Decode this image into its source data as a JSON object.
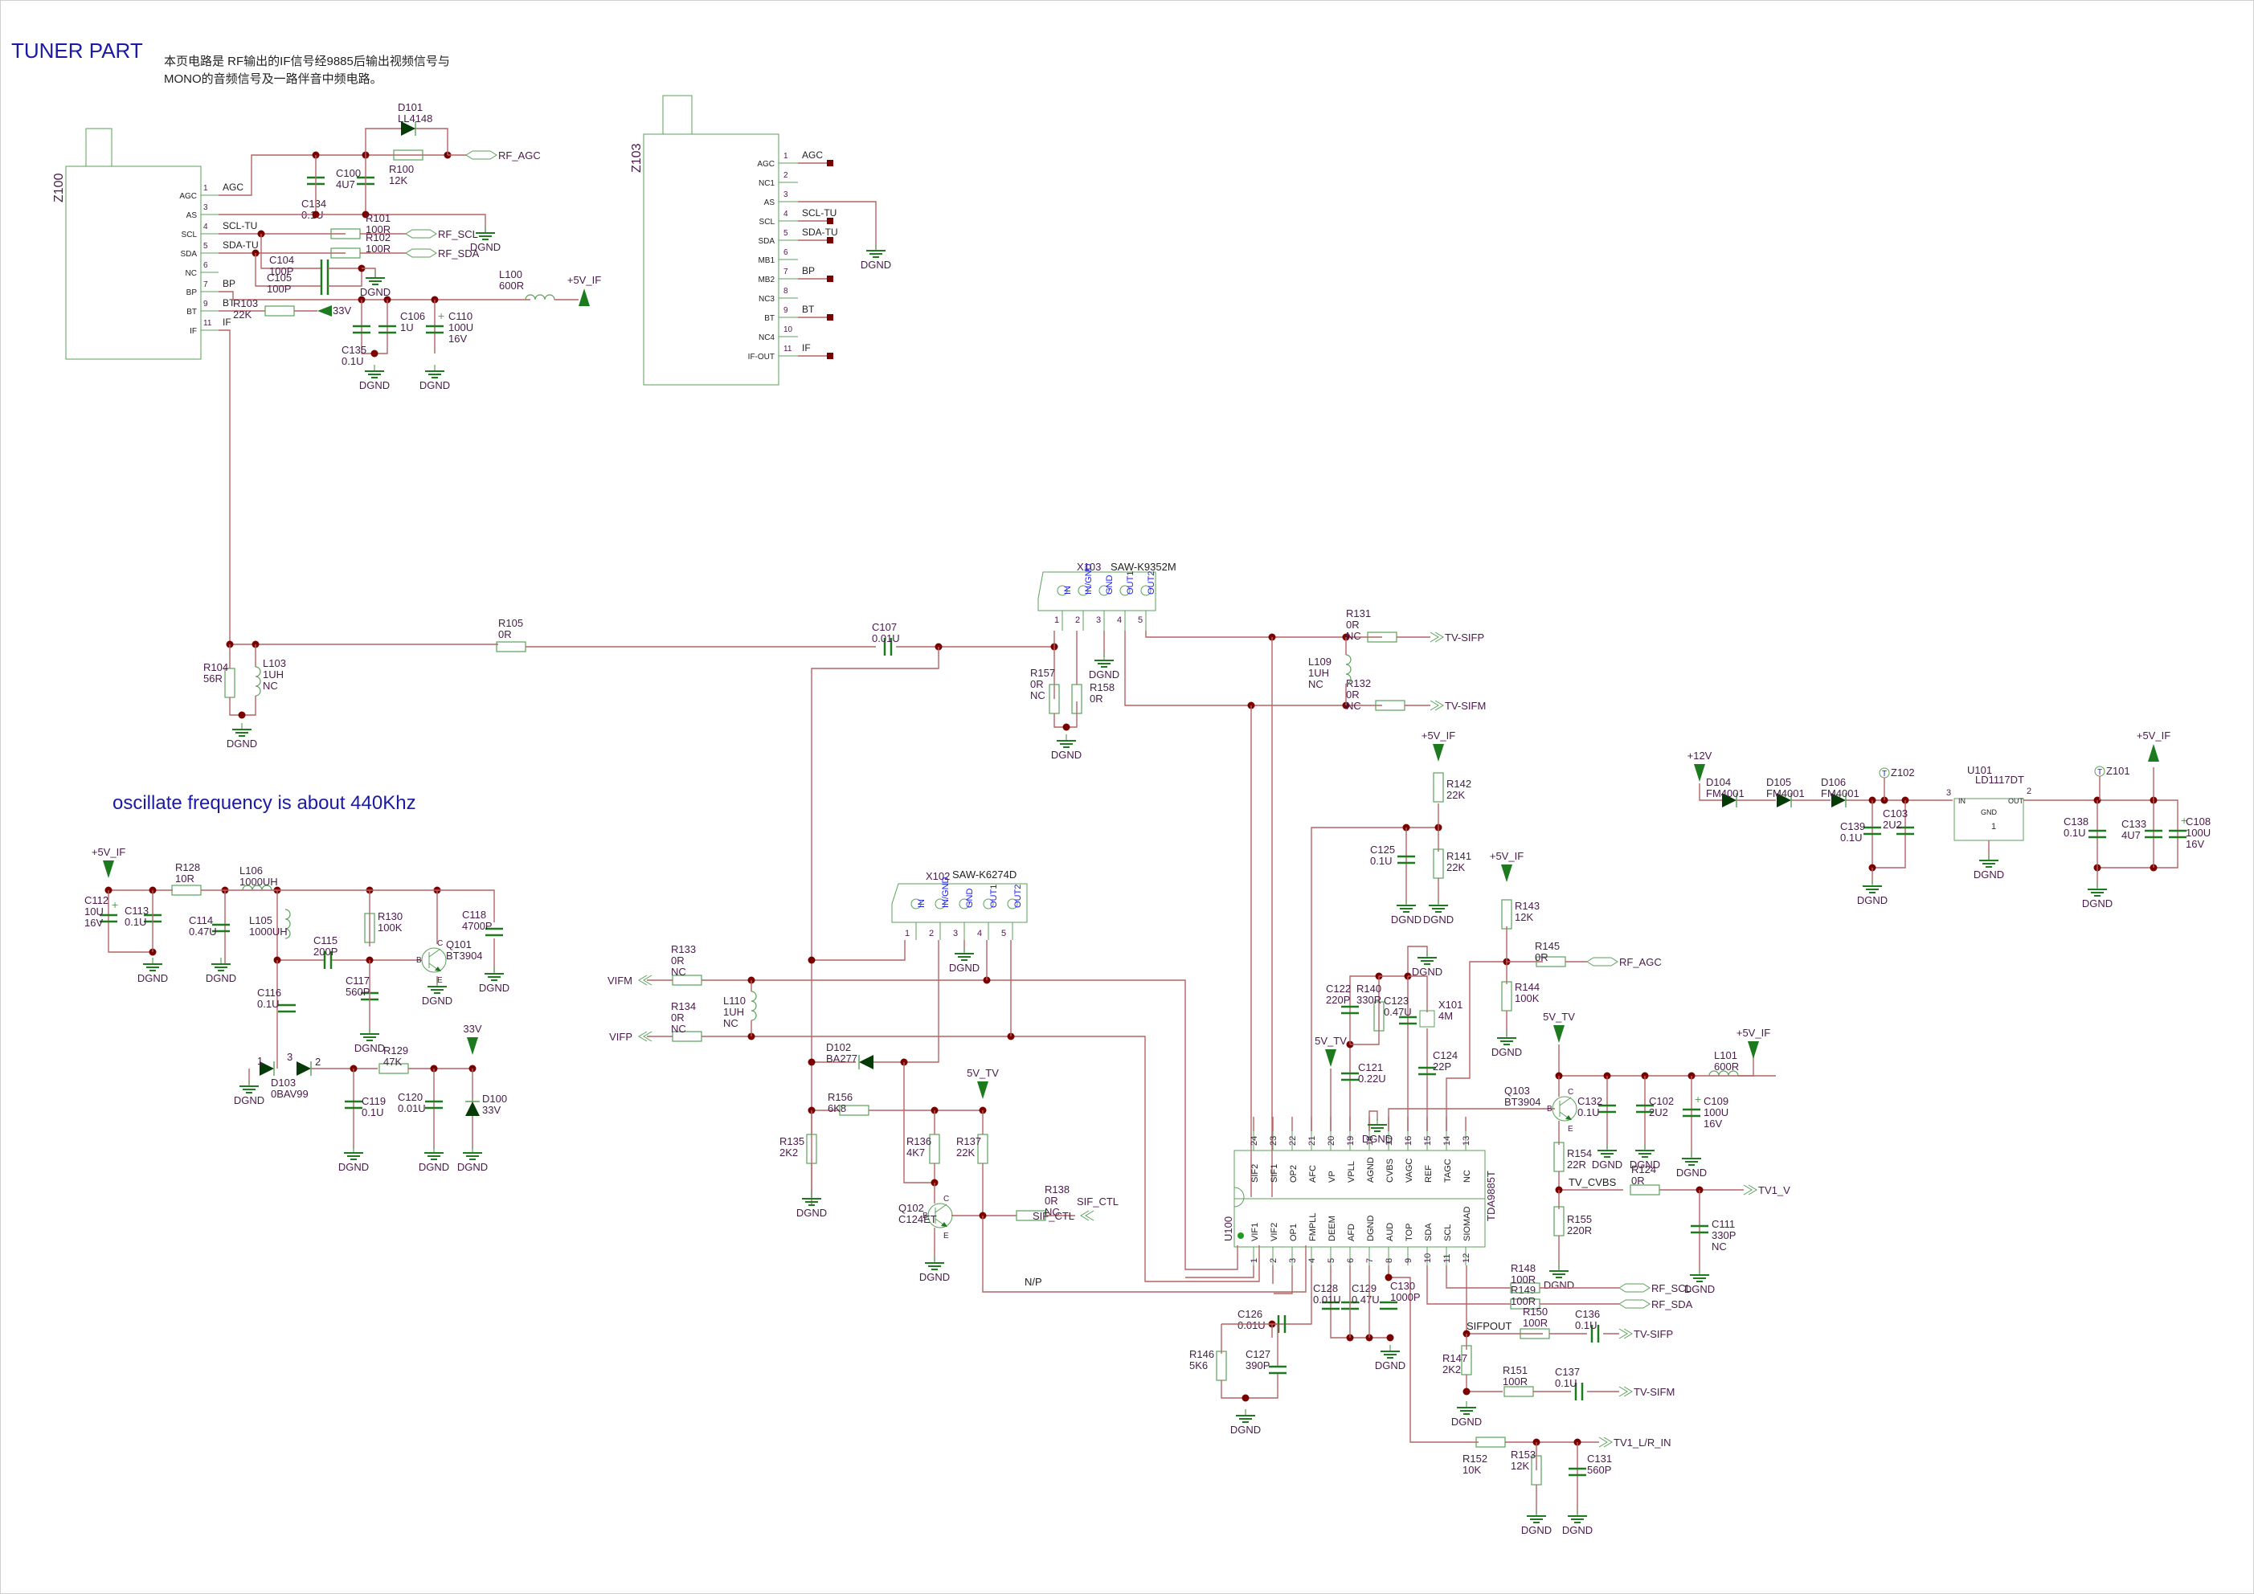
{
  "sheet": {
    "title": "TUNER PART",
    "description_line1": "本页电路是 RF输出的IF信号经9885后输出视频信号与",
    "description_line2": "MONO的音频信号及一路伴音中频电路。",
    "oscillator_note": "oscillate frequency is about 440Khz"
  },
  "colors": {
    "wire": "#b46464",
    "component": "#5aa05a",
    "component_fill": "#1e7a1e",
    "junction": "#7a0000",
    "label": "#4a1a4a",
    "pin_label_blue": "#1a1af0",
    "title_blue": "#1a1aa6"
  },
  "tuners": [
    {
      "ref": "Z100",
      "pins": [
        {
          "num": "1",
          "name": "AGC",
          "net": "AGC"
        },
        {
          "num": "3",
          "name": "AS",
          "net": ""
        },
        {
          "num": "4",
          "name": "SCL",
          "net": "SCL-TU"
        },
        {
          "num": "5",
          "name": "SDA",
          "net": "SDA-TU"
        },
        {
          "num": "6",
          "name": "NC",
          "net": ""
        },
        {
          "num": "7",
          "name": "BP",
          "net": "BP"
        },
        {
          "num": "9",
          "name": "BT",
          "net": "BT"
        },
        {
          "num": "11",
          "name": "IF",
          "net": "IF"
        }
      ]
    },
    {
      "ref": "Z103",
      "pins": [
        {
          "num": "1",
          "name": "AGC",
          "net": "AGC"
        },
        {
          "num": "2",
          "name": "NC1",
          "net": ""
        },
        {
          "num": "3",
          "name": "AS",
          "net": ""
        },
        {
          "num": "4",
          "name": "SCL",
          "net": "SCL-TU"
        },
        {
          "num": "5",
          "name": "SDA",
          "net": "SDA-TU"
        },
        {
          "num": "6",
          "name": "MB1",
          "net": ""
        },
        {
          "num": "7",
          "name": "MB2",
          "net": "BP"
        },
        {
          "num": "8",
          "name": "NC3",
          "net": ""
        },
        {
          "num": "9",
          "name": "BT",
          "net": "BT"
        },
        {
          "num": "10",
          "name": "NC4",
          "net": ""
        },
        {
          "num": "11",
          "name": "IF-OUT",
          "net": "IF"
        }
      ]
    }
  ],
  "saw_filters": [
    {
      "ref": "X103",
      "part": "SAW-K9352M",
      "pins": [
        "IN",
        "IN/GND",
        "GND",
        "OUT1",
        "OUT2"
      ],
      "nums": [
        "1",
        "2",
        "3",
        "4",
        "5"
      ]
    },
    {
      "ref": "X102",
      "part": "SAW-K6274D",
      "pins": [
        "IN",
        "IN/GND",
        "GND",
        "OUT1",
        "OUT2"
      ],
      "nums": [
        "1",
        "2",
        "3",
        "4",
        "5"
      ]
    }
  ],
  "ic_u100": {
    "ref": "U100",
    "part": "TDA9885T",
    "top_pins": [
      {
        "num": "24",
        "name": "SIF2"
      },
      {
        "num": "23",
        "name": "SIF1"
      },
      {
        "num": "22",
        "name": "OP2"
      },
      {
        "num": "21",
        "name": "AFC"
      },
      {
        "num": "20",
        "name": "VP"
      },
      {
        "num": "19",
        "name": "VPLL"
      },
      {
        "num": "18",
        "name": "AGND"
      },
      {
        "num": "17",
        "name": "CVBS"
      },
      {
        "num": "16",
        "name": "VAGC"
      },
      {
        "num": "15",
        "name": "REF"
      },
      {
        "num": "14",
        "name": "TAGC"
      },
      {
        "num": "13",
        "name": "NC"
      }
    ],
    "bottom_pins": [
      {
        "num": "1",
        "name": "VIF1"
      },
      {
        "num": "2",
        "name": "VIF2"
      },
      {
        "num": "3",
        "name": "OP1"
      },
      {
        "num": "4",
        "name": "FMPLL"
      },
      {
        "num": "5",
        "name": "DEEM"
      },
      {
        "num": "6",
        "name": "AFD"
      },
      {
        "num": "7",
        "name": "DGND"
      },
      {
        "num": "8",
        "name": "AUD"
      },
      {
        "num": "9",
        "name": "TOP"
      },
      {
        "num": "10",
        "name": "SDA"
      },
      {
        "num": "11",
        "name": "SCL"
      },
      {
        "num": "12",
        "name": "SIOMAD"
      }
    ]
  },
  "regulator": {
    "ref": "U101",
    "part": "LD1117DT",
    "in": "IN",
    "out": "OUT",
    "gnd": "GND",
    "pin_in": "3",
    "pin_out": "2",
    "pin_gnd": "1"
  },
  "components": [
    {
      "ref": "D101",
      "value": "LL4148"
    },
    {
      "ref": "R100",
      "value": "12K"
    },
    {
      "ref": "C134",
      "value": "0.1U"
    },
    {
      "ref": "C100",
      "value": "4U7"
    },
    {
      "ref": "R101",
      "value": "100R"
    },
    {
      "ref": "R102",
      "value": "100R"
    },
    {
      "ref": "C104",
      "value": "100P"
    },
    {
      "ref": "C105",
      "value": "100P"
    },
    {
      "ref": "R103",
      "value": "22K"
    },
    {
      "ref": "L100",
      "value": "600R"
    },
    {
      "ref": "C135",
      "value": "0.1U"
    },
    {
      "ref": "C106",
      "value": "1U"
    },
    {
      "ref": "C110",
      "value": "100U",
      "value2": "16V"
    },
    {
      "ref": "R104",
      "value": "56R"
    },
    {
      "ref": "L103",
      "value": "1UH",
      "value2": "NC"
    },
    {
      "ref": "R105",
      "value": "0R"
    },
    {
      "ref": "C107",
      "value": "0.01U"
    },
    {
      "ref": "R157",
      "value": "0R",
      "value2": "NC"
    },
    {
      "ref": "R158",
      "value": "0R"
    },
    {
      "ref": "R131",
      "value": "0R",
      "value2": "NC"
    },
    {
      "ref": "L109",
      "value": "1UH",
      "value2": "NC"
    },
    {
      "ref": "R132",
      "value": "0R",
      "value2": "NC"
    },
    {
      "ref": "C112",
      "value": "10U",
      "value2": "16V"
    },
    {
      "ref": "C113",
      "value": "0.1U"
    },
    {
      "ref": "R128",
      "value": "10R"
    },
    {
      "ref": "C114",
      "value": "0.47U"
    },
    {
      "ref": "L106",
      "value": "1000UH"
    },
    {
      "ref": "L105",
      "value": "1000UH"
    },
    {
      "ref": "C115",
      "value": "200P"
    },
    {
      "ref": "R130",
      "value": "100K"
    },
    {
      "ref": "C117",
      "value": "560P"
    },
    {
      "ref": "Q101",
      "value": "BT3904"
    },
    {
      "ref": "C118",
      "value": "4700P"
    },
    {
      "ref": "C116",
      "value": "0.1U"
    },
    {
      "ref": "D103",
      "value": "0BAV99"
    },
    {
      "ref": "R129",
      "value": "47K"
    },
    {
      "ref": "C119",
      "value": "0.1U"
    },
    {
      "ref": "C120",
      "value": "0.01U"
    },
    {
      "ref": "D100",
      "value": "33V"
    },
    {
      "ref": "R133",
      "value": "0R",
      "value2": "NC"
    },
    {
      "ref": "R134",
      "value": "0R",
      "value2": "NC"
    },
    {
      "ref": "L110",
      "value": "1UH",
      "value2": "NC"
    },
    {
      "ref": "D102",
      "value": "BA277"
    },
    {
      "ref": "R156",
      "value": "6K8"
    },
    {
      "ref": "R135",
      "value": "2K2"
    },
    {
      "ref": "R136",
      "value": "4K7"
    },
    {
      "ref": "R137",
      "value": "22K"
    },
    {
      "ref": "Q102",
      "value": "C124ET"
    },
    {
      "ref": "R138",
      "value": "0R",
      "value2": "NC"
    },
    {
      "ref": "R142",
      "value": "22K"
    },
    {
      "ref": "R141",
      "value": "22K"
    },
    {
      "ref": "C125",
      "value": "0.1U"
    },
    {
      "ref": "R143",
      "value": "12K"
    },
    {
      "ref": "R145",
      "value": "0R"
    },
    {
      "ref": "R144",
      "value": "100K"
    },
    {
      "ref": "C122",
      "value": "220P"
    },
    {
      "ref": "R140",
      "value": "330R"
    },
    {
      "ref": "C123",
      "value": "0.47U"
    },
    {
      "ref": "X101",
      "value": "4M"
    },
    {
      "ref": "C121",
      "value": "0.22U"
    },
    {
      "ref": "C124",
      "value": "22P"
    },
    {
      "ref": "Q103",
      "value": "BT3904"
    },
    {
      "ref": "C132",
      "value": "0.1U"
    },
    {
      "ref": "C102",
      "value": "2U2"
    },
    {
      "ref": "C109",
      "value": "100U",
      "value2": "16V"
    },
    {
      "ref": "L101",
      "value": "600R"
    },
    {
      "ref": "R154",
      "value": "22R"
    },
    {
      "ref": "R124",
      "value": "0R"
    },
    {
      "ref": "R155",
      "value": "220R"
    },
    {
      "ref": "C111",
      "value": "330P",
      "value2": "NC"
    },
    {
      "ref": "R148",
      "value": "100R"
    },
    {
      "ref": "R149",
      "value": "100R"
    },
    {
      "ref": "R150",
      "value": "100R"
    },
    {
      "ref": "C136",
      "value": "0.1U"
    },
    {
      "ref": "R147",
      "value": "2K2"
    },
    {
      "ref": "R151",
      "value": "100R"
    },
    {
      "ref": "C137",
      "value": "0.1U"
    },
    {
      "ref": "R152",
      "value": "10K"
    },
    {
      "ref": "R153",
      "value": "12K"
    },
    {
      "ref": "C131",
      "value": "560P"
    },
    {
      "ref": "C126",
      "value": "0.01U"
    },
    {
      "ref": "R146",
      "value": "5K6"
    },
    {
      "ref": "C127",
      "value": "390P"
    },
    {
      "ref": "C128",
      "value": "0.01U"
    },
    {
      "ref": "C129",
      "value": "0.47U"
    },
    {
      "ref": "C130",
      "value": "1000P"
    },
    {
      "ref": "D104",
      "value": "FM4001"
    },
    {
      "ref": "D105",
      "value": "FM4001"
    },
    {
      "ref": "D106",
      "value": "FM4001"
    },
    {
      "ref": "C139",
      "value": "0.1U"
    },
    {
      "ref": "C103",
      "value": "2U2"
    },
    {
      "ref": "C138",
      "value": "0.1U"
    },
    {
      "ref": "C133",
      "value": "4U7"
    },
    {
      "ref": "C108",
      "value": "100U",
      "value2": "16V"
    },
    {
      "ref": "Z102",
      "value": ""
    },
    {
      "ref": "Z101",
      "value": ""
    }
  ],
  "net_ports": {
    "rf_agc": "RF_AGC",
    "rf_scl": "RF_SCL",
    "rf_sda": "RF_SDA",
    "tv_sifp": "TV-SIFP",
    "tv_sifm": "TV-SIFM",
    "vifm": "VIFM",
    "vifp": "VIFP",
    "sif_ctl": "SIF_CTL",
    "tv1_v": "TV1_V",
    "tv1_lr_in": "TV1_L/R_IN"
  },
  "net_labels": {
    "dgnd": "DGND",
    "p5v_if": "+5V_IF",
    "v5_tv": "5V_TV",
    "v33": "33V",
    "p12v": "+12V",
    "np": "N/P",
    "sifpout": "SIFPOUT",
    "tv_cvbs": "TV_CVBS"
  }
}
